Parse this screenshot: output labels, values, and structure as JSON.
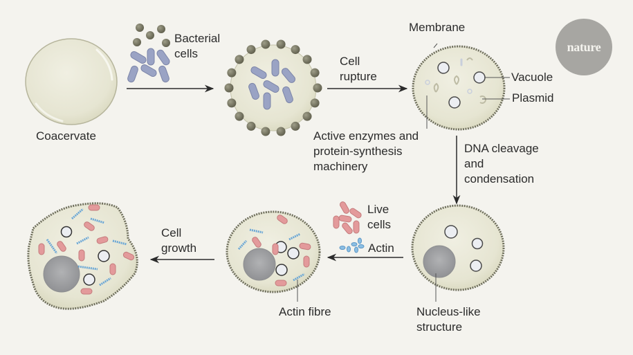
{
  "figure": {
    "publisher_logo": "nature",
    "colors": {
      "background": "#f4f3ee",
      "cytoplasm": "#e4e3cf",
      "membrane": "#6f6f5c",
      "bacterium_coccus": "#7c7b68",
      "bacterium_rod": "#9aa3c4",
      "live_cell": "#e39a9b",
      "actin": "#6ba7d6",
      "vacuole": "#eceef2",
      "nucleus": "#9c9d9f",
      "arrow": "#2b2b2b"
    },
    "stages": {
      "coacervate": "Coacervate",
      "bacterial_cells": [
        "Bacterial",
        "cells"
      ],
      "cell_rupture": [
        "Cell",
        "rupture"
      ],
      "membrane": "Membrane",
      "vacuole": "Vacuole",
      "plasmid": "Plasmid",
      "active_enzymes": [
        "Active enzymes and",
        "protein-synthesis",
        "machinery"
      ],
      "dna_cleavage": [
        "DNA cleavage",
        "and",
        "condensation"
      ],
      "nucleus_like": [
        "Nucleus-like",
        "structure"
      ],
      "live_cells": [
        "Live",
        "cells"
      ],
      "actin": "Actin",
      "actin_fibre": "Actin fibre",
      "cell_growth": [
        "Cell",
        "growth"
      ]
    }
  }
}
